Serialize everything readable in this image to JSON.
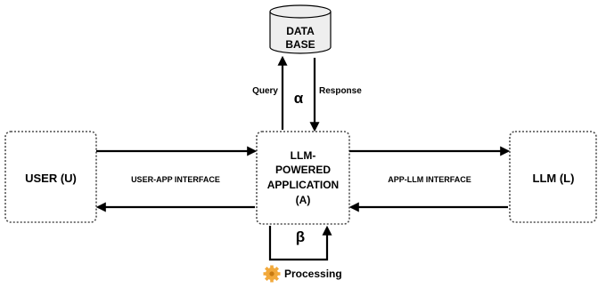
{
  "nodes": {
    "database": {
      "line1": "DATA",
      "line2": "BASE"
    },
    "user": {
      "label": "USER (U)"
    },
    "app": {
      "line1": "LLM-",
      "line2": "POWERED",
      "line3": "APPLICATION",
      "line4": "(A)"
    },
    "llm": {
      "label": "LLM (L)"
    },
    "processing": {
      "label": "Processing",
      "icon": "gear-icon"
    }
  },
  "edges": {
    "query": "Query",
    "response": "Response",
    "alpha": "α",
    "beta": "β",
    "user_app": "USER-APP INTERFACE",
    "app_llm": "APP-LLM INTERFACE"
  },
  "colors": {
    "stroke": "#000000",
    "box_border": "#4d4d4d",
    "cylinder_fill": "#eeeeee",
    "gear": "#f2a93b",
    "gear_dark": "#c77a12"
  }
}
